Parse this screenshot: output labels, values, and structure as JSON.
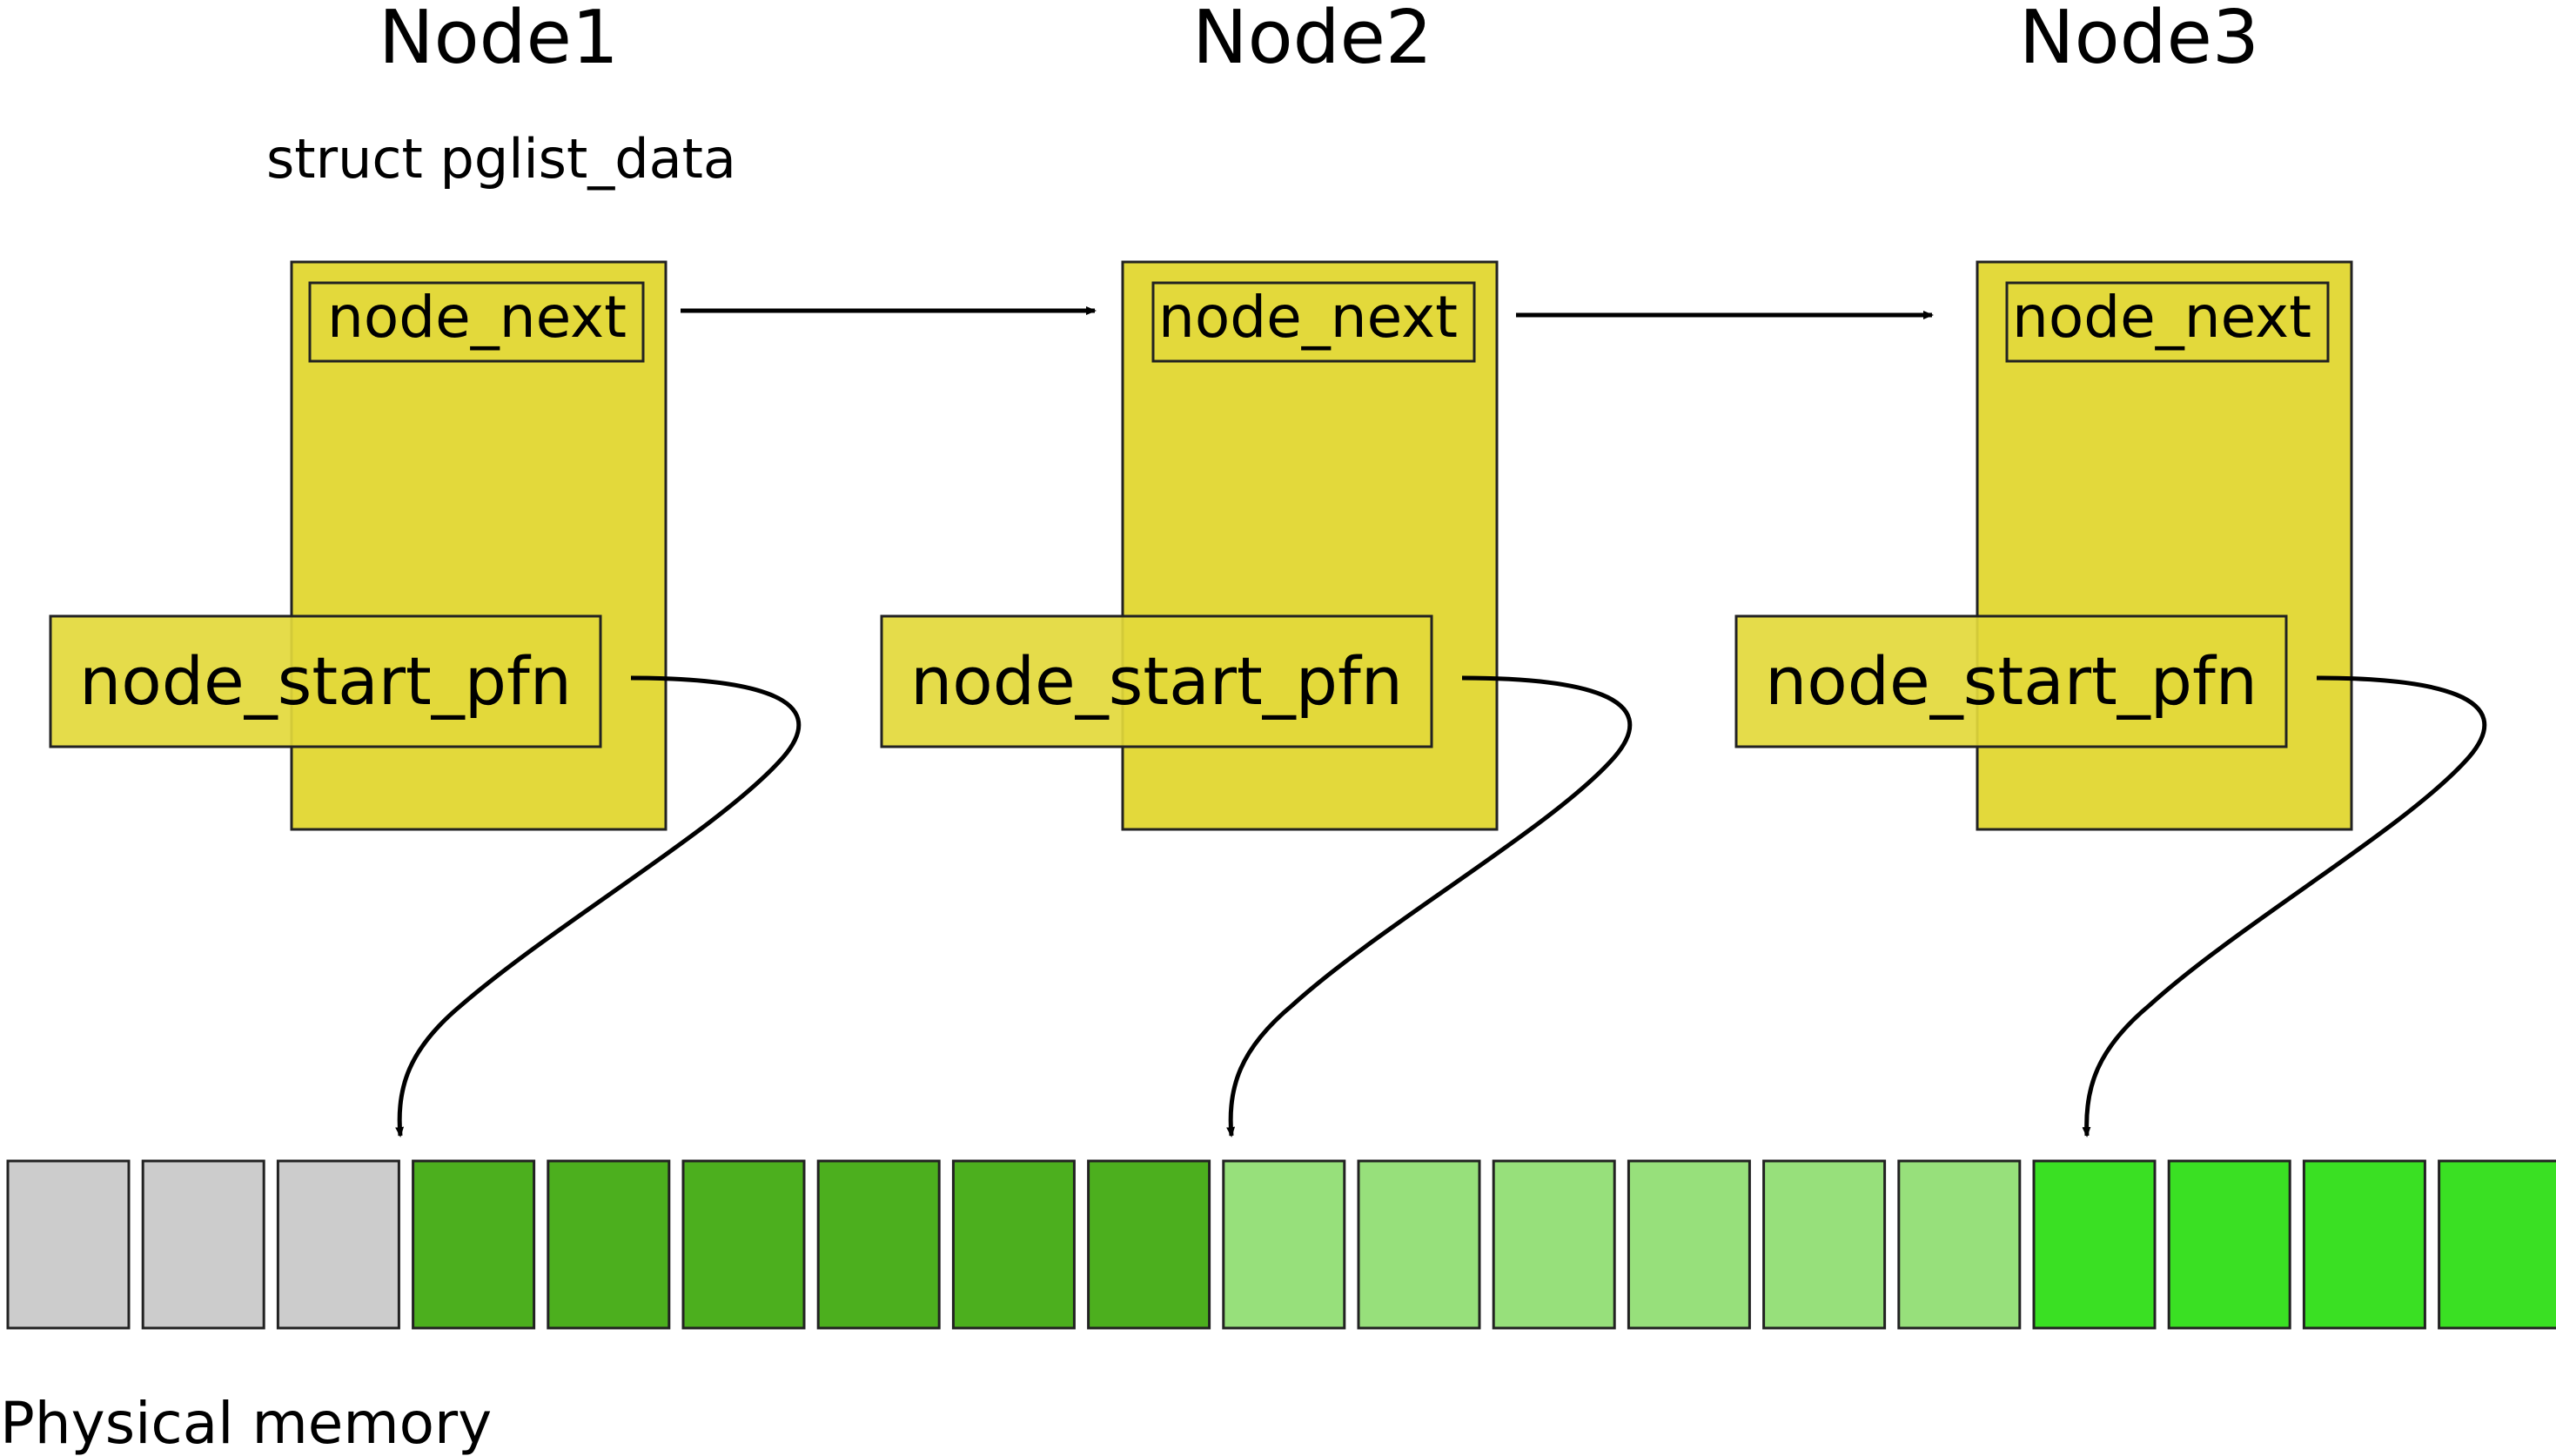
{
  "struct_label": "struct pglist_data",
  "memory_caption": "Physical memory",
  "nodes": [
    {
      "title": "Node1",
      "next_field": "node_next",
      "start_field": "node_start_pfn"
    },
    {
      "title": "Node2",
      "next_field": "node_next",
      "start_field": "node_start_pfn"
    },
    {
      "title": "Node3",
      "next_field": "node_next",
      "start_field": "node_start_pfn"
    }
  ],
  "colors": {
    "node_fill": "#e3d93b",
    "memory_unassigned": "#cccccc",
    "memory_node1": "#4caf1e",
    "memory_node2": "#97e07b",
    "memory_node3": "#3ae023",
    "stroke": "#222222"
  },
  "memory_frames": [
    "unassigned",
    "unassigned",
    "unassigned",
    "node1",
    "node1",
    "node1",
    "node1",
    "node1",
    "node1",
    "node2",
    "node2",
    "node2",
    "node2",
    "node2",
    "node2",
    "node3",
    "node3",
    "node3",
    "node3"
  ]
}
